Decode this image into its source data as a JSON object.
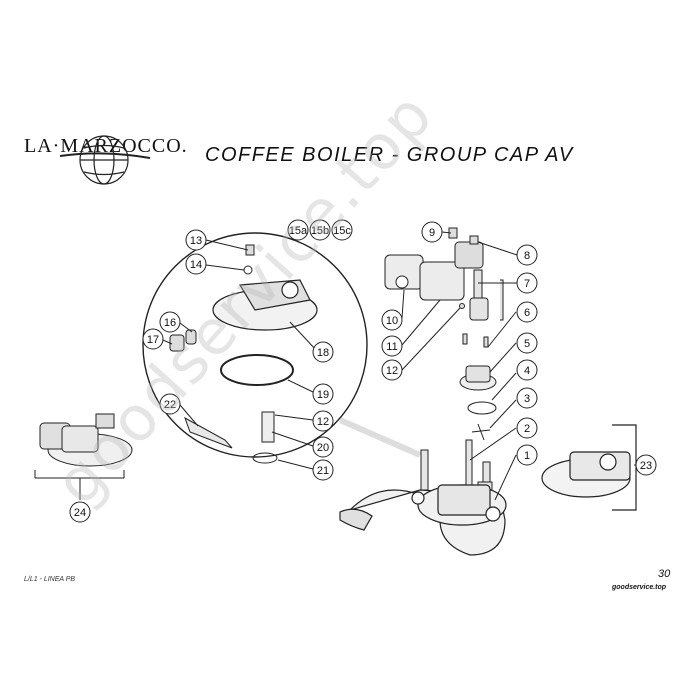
{
  "brand": "LA·MARZOCCO.",
  "title": "COFFEE BOILER - GROUP CAP AV",
  "footer_left": "L/L1 - LINEA PB",
  "page_number": "30",
  "site": "goodservice.top",
  "watermark": "goodservice.top",
  "callouts": [
    "13",
    "14",
    "15a",
    "15b",
    "15c",
    "16",
    "17",
    "18",
    "19",
    "12",
    "20",
    "21",
    "22",
    "9",
    "8",
    "7",
    "10",
    "11",
    "12",
    "6",
    "5",
    "4",
    "3",
    "2",
    "1",
    "23",
    "24"
  ],
  "colors": {
    "line": "#222222",
    "watermark": "#bbbbbb"
  }
}
